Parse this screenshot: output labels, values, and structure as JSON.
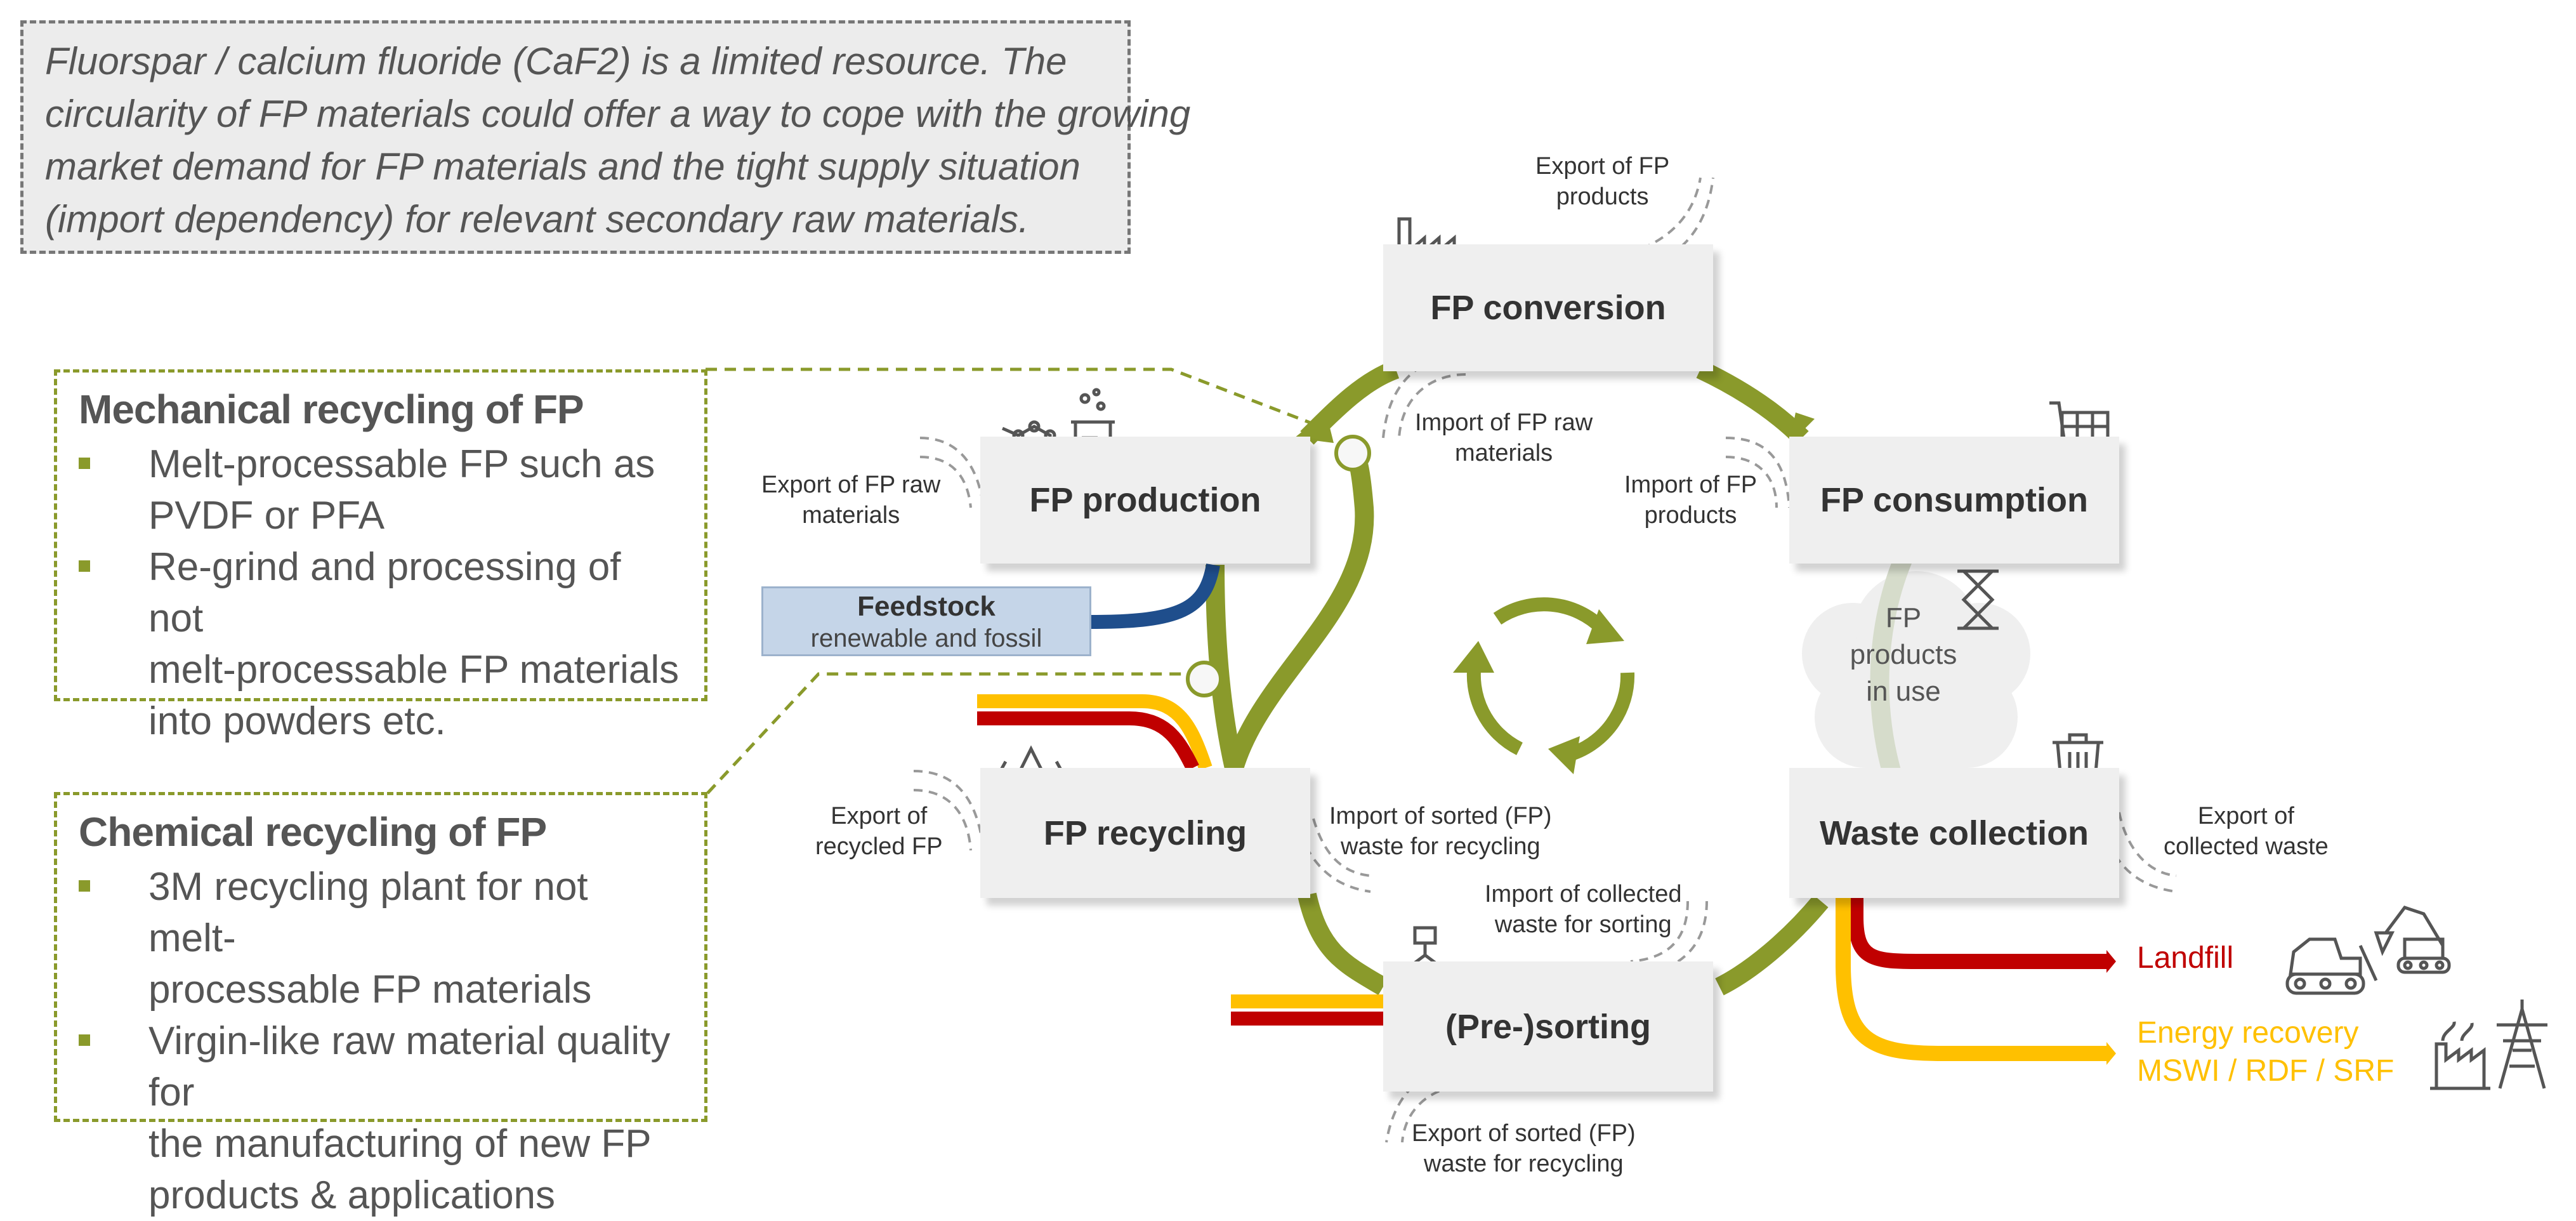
{
  "intro": {
    "lines": [
      "Fluorspar / calcium fluoride (CaF2) is a limited resource. The",
      "circularity of FP materials could offer a way to cope with the growing",
      "market demand for FP materials and the tight supply situation",
      "(import dependency) for relevant secondary raw materials."
    ]
  },
  "mechanical": {
    "title": "Mechanical recycling of FP",
    "bullets": [
      "Melt-processable FP such as\nPVDF or PFA",
      "Re-grind and processing of not\nmelt-processable FP materials\ninto powders etc."
    ]
  },
  "chemical": {
    "title": "Chemical recycling of FP",
    "bullets": [
      "3M recycling plant for not melt-\nprocessable FP materials",
      "Virgin-like raw material quality for\nthe manufacturing of new FP\nproducts & applications"
    ]
  },
  "stages": {
    "conversion": "FP conversion",
    "production": "FP production",
    "consumption": "FP consumption",
    "recycling": "FP recycling",
    "waste": "Waste collection",
    "sorting": "(Pre-)sorting"
  },
  "feedstock": {
    "title": "Feedstock",
    "subtitle": "renewable and fossil"
  },
  "in_use": "FP\nproducts\nin use",
  "flows": {
    "export_fp_products": "Export of FP\nproducts",
    "import_fp_raw": "Import of FP raw\nmaterials",
    "export_fp_raw": "Export of FP raw\nmaterials",
    "import_fp_products": "Import of FP\nproducts",
    "export_recycled": "Export of\nrecycled FP",
    "import_sorted": "Import of sorted (FP)\nwaste for recycling",
    "export_collected": "Export of\ncollected waste",
    "import_collected": "Import of collected\nwaste for sorting",
    "export_sorted": "Export of sorted (FP)\nwaste for recycling"
  },
  "outputs": {
    "landfill": "Landfill",
    "energy_line1": "Energy recovery",
    "energy_line2": "MSWI / RDF / SRF"
  },
  "colors": {
    "olive": "#8a9a2b",
    "red": "#c00000",
    "yellow": "#ffc000",
    "blue": "#1f4e8c",
    "box_bg": "#efefef",
    "landfill_text": "#c00000",
    "energy_text": "#ffc000"
  },
  "icons": [
    "factory-icon",
    "molecule-icon",
    "beaker-icon",
    "shopping-cart-icon",
    "hourglass-icon",
    "trash-can-icon",
    "recycle-icon",
    "flowchart-icon",
    "bulldozer-icon",
    "excavator-icon",
    "power-plant-icon",
    "pylon-icon",
    "circular-arrows-icon"
  ]
}
